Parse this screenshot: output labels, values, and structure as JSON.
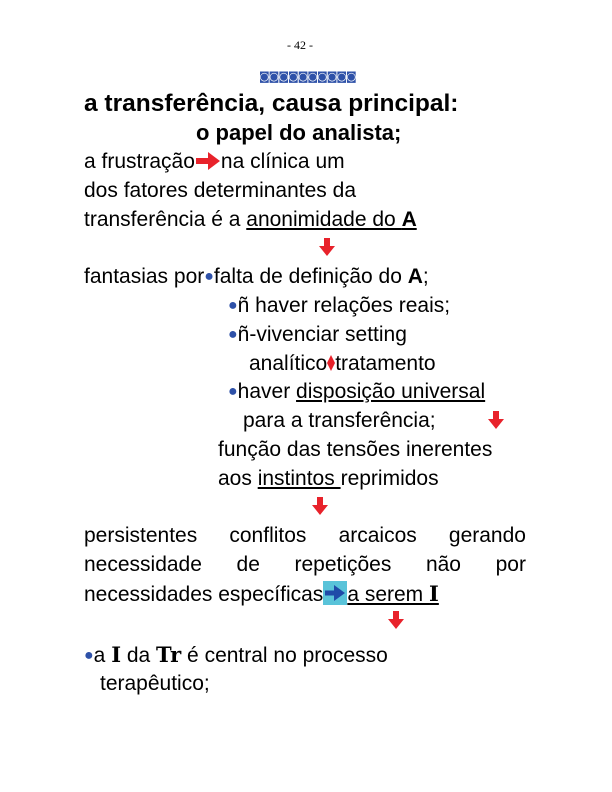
{
  "page_number": "- 42 -",
  "ornament": "◙◙◙◙◙◙◙◙◙◙",
  "title": "a transferência, causa principal:",
  "subtitle": "o papel do analista;",
  "l1_a": "a frustração",
  "l1_b": "na clínica  um",
  "l2": "dos fatores determinantes da",
  "l3_a": "transferência é a ",
  "l3_u": "anonimidade do ",
  "l3_b": "A",
  "f1_a": "fantasias por",
  "f1_b": "falta de definição do ",
  "f1_bold": "A",
  "f1_c": ";",
  "f2": "ñ haver relações reais;",
  "f3": "ñ-vivenciar setting",
  "f4_a": "analítico",
  "f4_b": "tratamento",
  "f5_a": "haver ",
  "f5_u": "disposição universal",
  "f6": "para a transferência;",
  "f7": "função das tensões inerentes",
  "f8_a": "aos ",
  "f8_u": "instintos ",
  "f8_b": "reprimidos",
  "p1_words": [
    "persistentes",
    "conflitos",
    "arcaicos",
    "gerando"
  ],
  "p2_words": [
    "necessidade",
    "de",
    "repetições",
    "não",
    "por"
  ],
  "p3_a": "necessidades específicas",
  "p3_u": "a serem ",
  "p3_bold": "I",
  "b1_a": "a ",
  "b1_I": "I",
  "b1_da": " da ",
  "b1_Tr": "Tr",
  "b1_b": " é central no processo",
  "b2": "terapêutico;",
  "colors": {
    "arrow_red": "#e8222b",
    "arrow_blue": "#1f4aa8",
    "bullet_blue": "#2e51a8",
    "highlight": "#59c3d9"
  }
}
